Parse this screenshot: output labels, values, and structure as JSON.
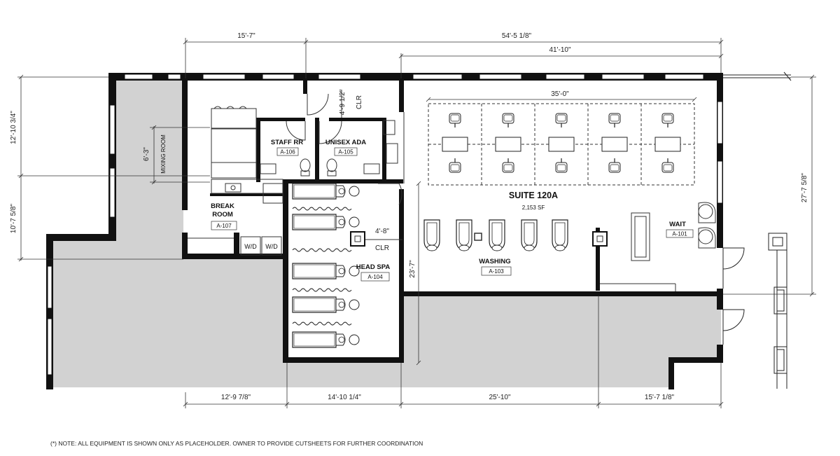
{
  "dimensions": {
    "top_left": "15'-7\"",
    "top_overall": "54'-5 1/8\"",
    "top_suite": "41'-10\"",
    "tables_width": "35'-0\"",
    "left_upper": "12'-10 3/4\"",
    "left_lower": "10'-7 5/8\"",
    "right_height": "27'-7 5/8\"",
    "mixing_room": "6'-3\"",
    "clr_vertical": "4'-9 1/2\"",
    "clr_horizontal": "4'-8\"",
    "head_spa_depth": "23'-7\"",
    "bottom_1": "12'-9 7/8\"",
    "bottom_2": "14'-10 1/4\"",
    "bottom_3": "25'-10\"",
    "bottom_4": "15'-7 1/8\"",
    "clr_label": "CLR"
  },
  "rooms": {
    "staff_rr": {
      "name": "STAFF RR",
      "tag": "A-106"
    },
    "unisex_ada": {
      "name": "UNISEX ADA",
      "tag": "A-105"
    },
    "break_room": {
      "name_1": "BREAK",
      "name_2": "ROOM",
      "tag": "A-107"
    },
    "mixing_room": {
      "name": "MIXING ROOM"
    },
    "suite": {
      "name": "SUITE 120A",
      "area": "2,153 SF"
    },
    "wait": {
      "name": "WAIT",
      "tag": "A-101"
    },
    "washing": {
      "name": "WASHING",
      "tag": "A-103"
    },
    "head_spa": {
      "name": "HEAD SPA",
      "tag": "A-104"
    }
  },
  "appliances": {
    "washer_dryer_1": "W/D",
    "washer_dryer_2": "W/D"
  },
  "note": "(*) NOTE: ALL EQUIPMENT IS SHOWN ONLY AS PLACEHOLDER. OWNER TO PROVIDE CUTSHEETS FOR FURTHER COORDINATION",
  "colors": {
    "wall": "#111111",
    "shade": "#d2d2d2",
    "line": "#333333"
  }
}
